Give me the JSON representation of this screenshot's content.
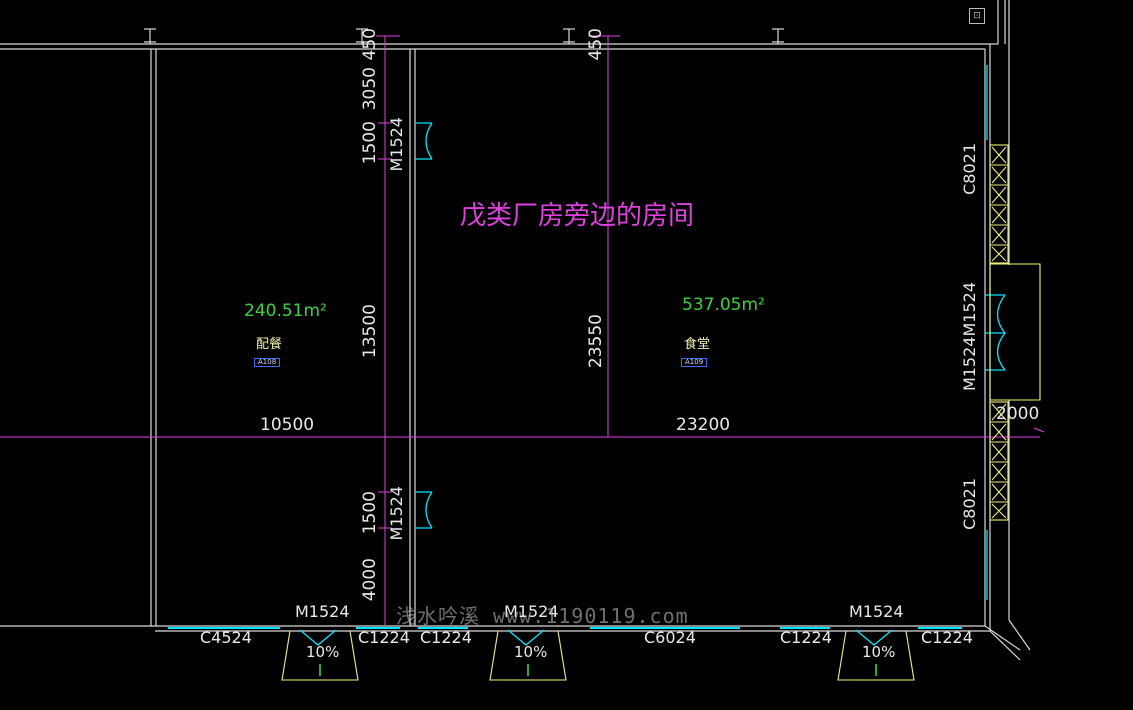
{
  "title": "戊类厂房旁边的房间",
  "rooms": [
    {
      "name": "配餐",
      "id": "A108",
      "area": "240.51m²"
    },
    {
      "name": "食堂",
      "id": "A109",
      "area": "537.05m²"
    }
  ],
  "dimensions": {
    "d450_left": "450",
    "d3050": "3050",
    "d1500_top": "1500",
    "d13500": "13500",
    "d1500_bottom": "1500",
    "d4000": "4000",
    "d450_mid": "450",
    "d23550": "23550",
    "d10500": "10500",
    "d23200": "23200",
    "d2000": "2000"
  },
  "openings": {
    "m1524_left_top": "M1524",
    "m1524_left_bottom": "M1524",
    "m1524_right_double": "M1524M1524",
    "c8021_top": "C8021",
    "c8021_bottom": "C8021",
    "m1524_bottom_a": "M1524",
    "m1524_bottom_b": "M1524",
    "m1524_bottom_c": "M1524",
    "c4524": "C4524",
    "c1224_a": "C1224",
    "c1224_b": "C1224",
    "c6024": "C6024",
    "c1224_c": "C1224",
    "c1224_d": "C1224"
  },
  "ramps": [
    "10%",
    "10%",
    "10%"
  ],
  "watermark": "浅水吟溪 www.1190119.com",
  "colors": {
    "background": "#000000",
    "wall": "#d8d8d8",
    "axis": "#e040e0",
    "door": "#00e5ff",
    "window": "#f0f07a",
    "area_text": "#39d439"
  },
  "icons": [
    "view-cube-icon"
  ]
}
